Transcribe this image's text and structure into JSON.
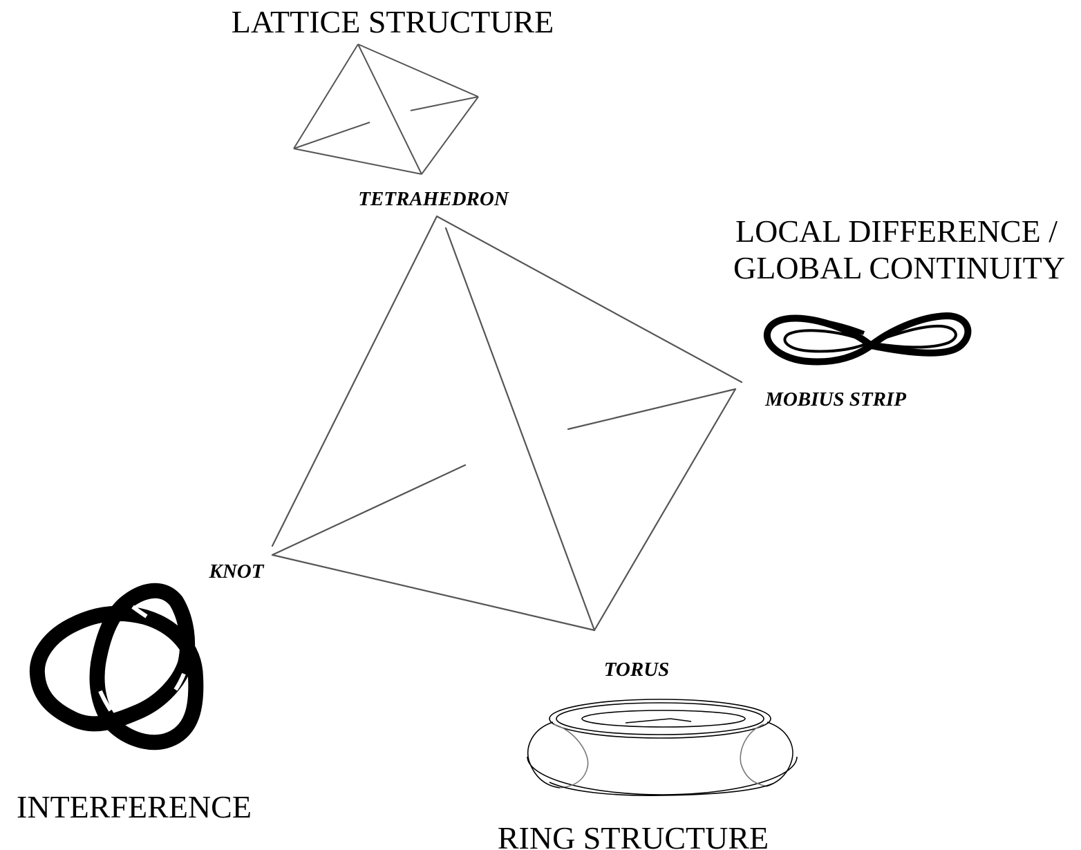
{
  "headings": {
    "lattice": "LATTICE STRUCTURE",
    "local_line1": "LOCAL DIFFERENCE /",
    "local_line2": "GLOBAL CONTINUITY",
    "interference": "INTERFERENCE",
    "ring": "RING STRUCTURE"
  },
  "vertex_labels": {
    "tetrahedron": "TETRAHEDRON",
    "mobius": "MOBIUS STRIP",
    "knot": "KNOT",
    "torus": "TORUS"
  },
  "colors": {
    "edge": "#555555",
    "ink": "#000000",
    "background": "#ffffff"
  }
}
